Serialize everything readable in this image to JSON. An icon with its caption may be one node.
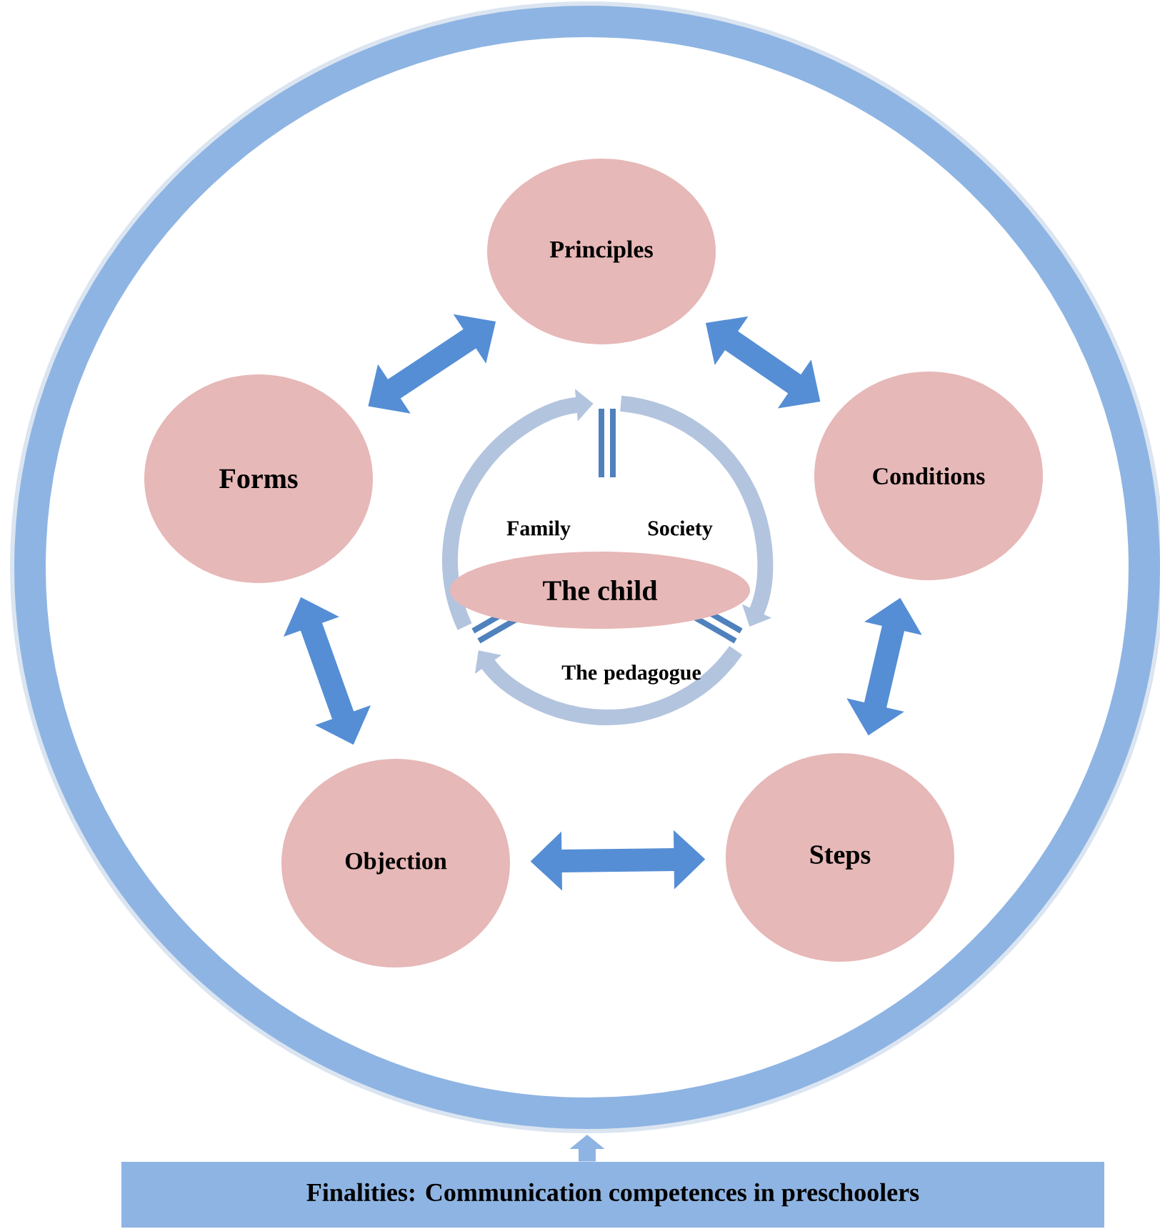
{
  "diagram": {
    "nodes": [
      {
        "text": [],
        "shape": "circle"
      },
      {
        "text": [
          "Principles"
        ],
        "in": 0
      },
      {
        "text": [
          "Forms"
        ],
        "in": 0
      },
      {
        "text": [
          "Conditions"
        ],
        "in": 0
      },
      {
        "text": [
          "The child"
        ],
        "in": 0
      },
      {
        "text": [
          "Objection"
        ],
        "in": 0
      },
      {
        "text": [
          "Steps"
        ],
        "in": 0
      },
      {
        "text": [
          "Finalities: Communication competences in preschoolers"
        ]
      }
    ],
    "edges": [
      {
        "from": 2,
        "to": 1,
        "arrow": "both"
      },
      {
        "from": 1,
        "to": 3,
        "arrow": "both"
      },
      {
        "from": 3,
        "to": 6,
        "arrow": "both"
      },
      {
        "from": 6,
        "to": 5,
        "arrow": "both"
      },
      {
        "from": 5,
        "to": 2,
        "arrow": "both"
      },
      {
        "from": 7,
        "to": 0,
        "arrow": "to",
        "color": "#8eb4e3"
      }
    ],
    "labels": [
      "Family",
      "Society",
      "The pedagogue"
    ]
  }
}
